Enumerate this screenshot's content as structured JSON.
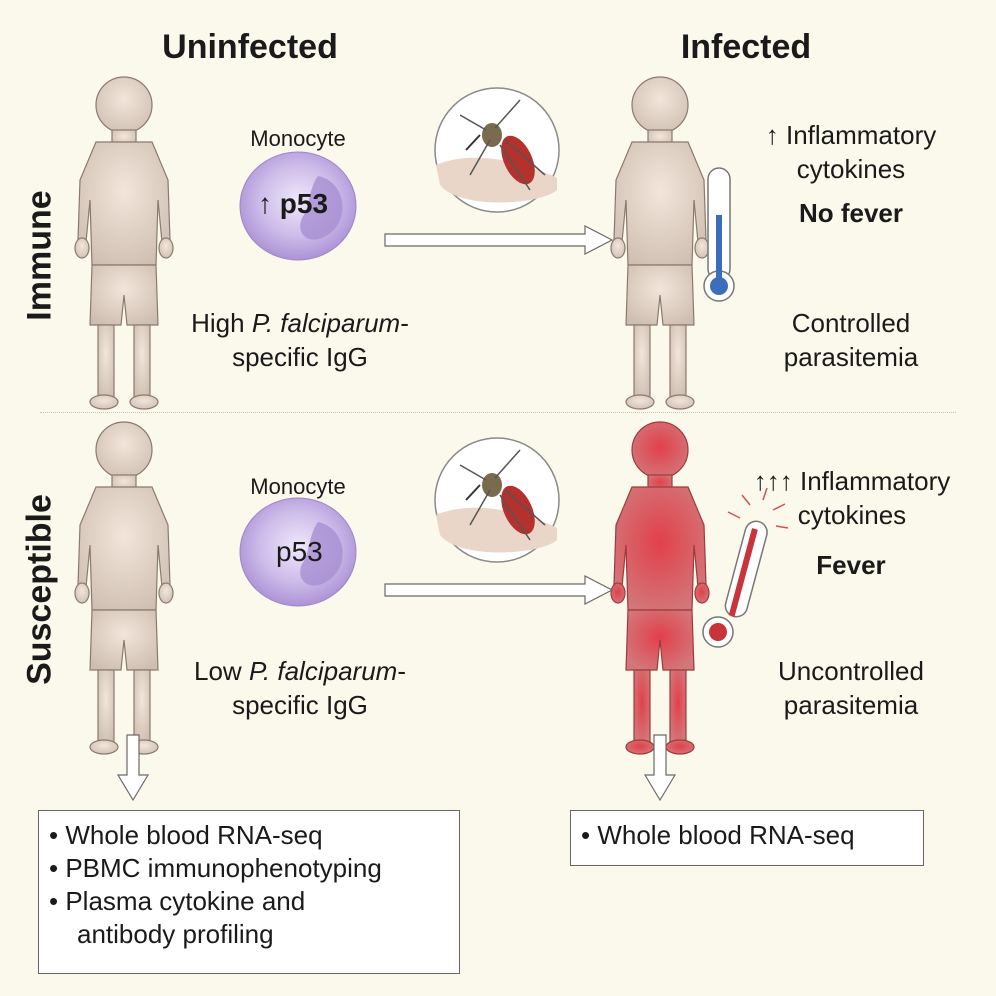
{
  "columns": {
    "uninfected": "Uninfected",
    "infected": "Infected"
  },
  "rows": {
    "immune": "Immune",
    "susceptible": "Susceptible"
  },
  "immune": {
    "monocyte_label": "Monocyte",
    "monocyte_marker": "↑ p53",
    "igg_line1_prefix": "High ",
    "igg_line1_species": "P. falciparum",
    "igg_line1_suffix": "-",
    "igg_line2": "specific IgG",
    "cytokines_line1": "↑ Inflammatory",
    "cytokines_line2": "cytokines",
    "fever_status": "No fever",
    "parasitemia_line1": "Controlled",
    "parasitemia_line2": "parasitemia"
  },
  "susceptible": {
    "monocyte_label": "Monocyte",
    "monocyte_marker": "p53",
    "igg_line1_prefix": "Low ",
    "igg_line1_species": "P. falciparum",
    "igg_line1_suffix": "-",
    "igg_line2": "specific IgG",
    "cytokines_line1": "↑↑↑ Inflammatory",
    "cytokines_line2": "cytokines",
    "fever_status": "Fever",
    "parasitemia_line1": "Uncontrolled",
    "parasitemia_line2": "parasitemia"
  },
  "uninfected_assays": [
    "• Whole blood RNA-seq",
    "• PBMC immunophenotyping",
    "• Plasma cytokine and",
    "antibody profiling"
  ],
  "infected_assays": [
    "• Whole blood RNA-seq"
  ],
  "icons": [
    "child-figure-icon",
    "monocyte-cell-icon",
    "mosquito-icon",
    "thermometer-icon",
    "arrow-icon"
  ],
  "colors": {
    "background": "#fbf8ec",
    "child_healthy": "#ddd0c8",
    "child_febrile": "#d9534f",
    "monocyte": "#b9a3dc",
    "thermometer_cool": "#3c6dbb",
    "thermometer_hot": "#c8343a"
  }
}
